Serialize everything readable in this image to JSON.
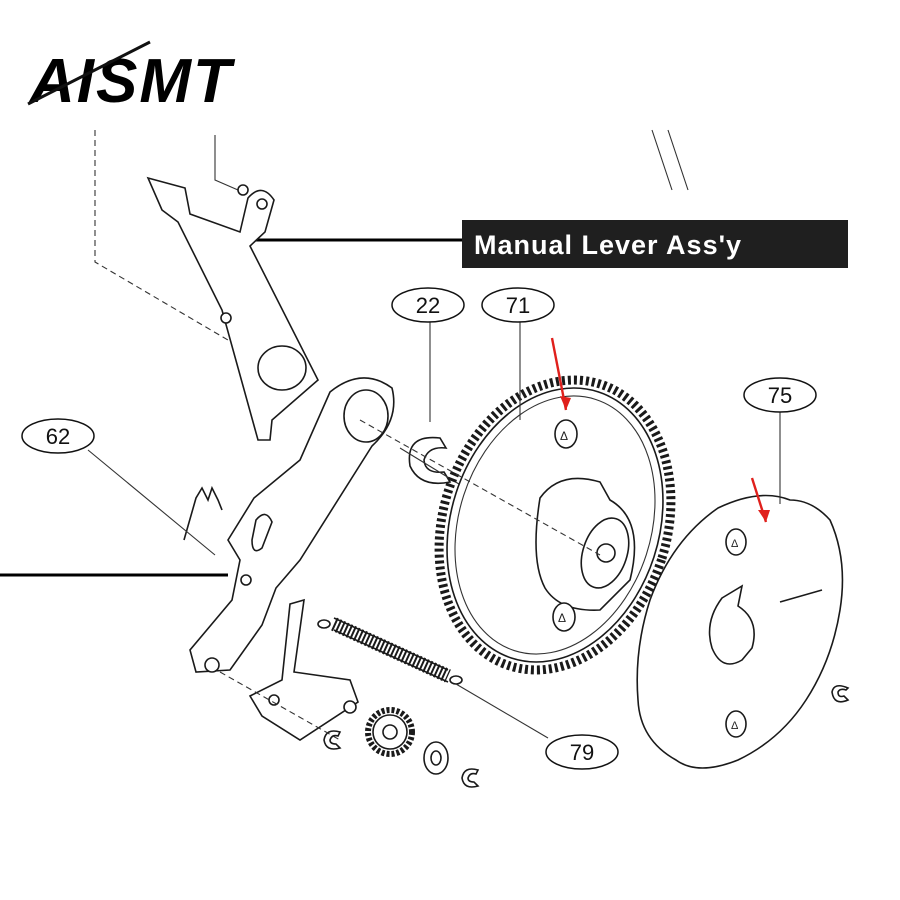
{
  "logo": {
    "text": "AISMT"
  },
  "banner": {
    "label": "Manual  Lever  Ass'y",
    "background": "#1f1f1f",
    "color": "#ffffff"
  },
  "callouts": [
    {
      "id": "c22",
      "label": "22"
    },
    {
      "id": "c71",
      "label": "71"
    },
    {
      "id": "c62",
      "label": "62"
    },
    {
      "id": "c75",
      "label": "75"
    },
    {
      "id": "c79",
      "label": "79"
    }
  ],
  "marker_color": "#e0201c"
}
